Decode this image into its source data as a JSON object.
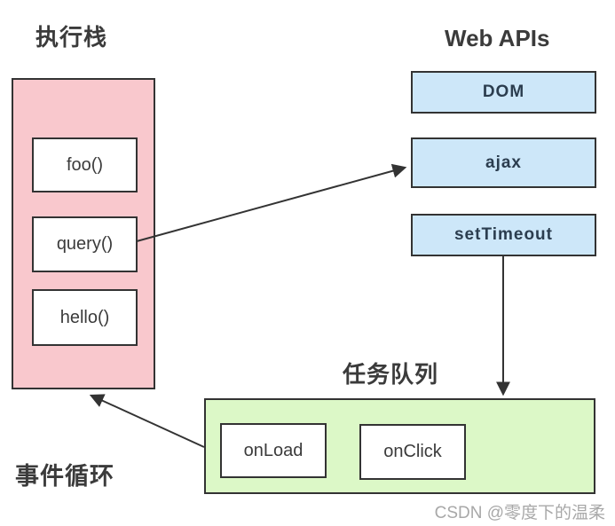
{
  "colors": {
    "stack-fill": "#f9c8cd",
    "api-fill": "#cde7f9",
    "queue-fill": "#dcf8c7",
    "border": "#333333",
    "text": "#3b3b3b",
    "api-text": "#2b3d4f",
    "watermark": "#a8a8a8"
  },
  "stack": {
    "title": "执行栈",
    "frames": [
      "foo()",
      "query()",
      "hello()"
    ]
  },
  "web_apis": {
    "title": "Web APIs",
    "items": [
      "DOM",
      "ajax",
      "setTimeout"
    ]
  },
  "task_queue": {
    "title": "任务队列",
    "items": [
      "onLoad",
      "onClick"
    ]
  },
  "event_loop_label": "事件循环",
  "watermark": "CSDN @零度下的温柔"
}
